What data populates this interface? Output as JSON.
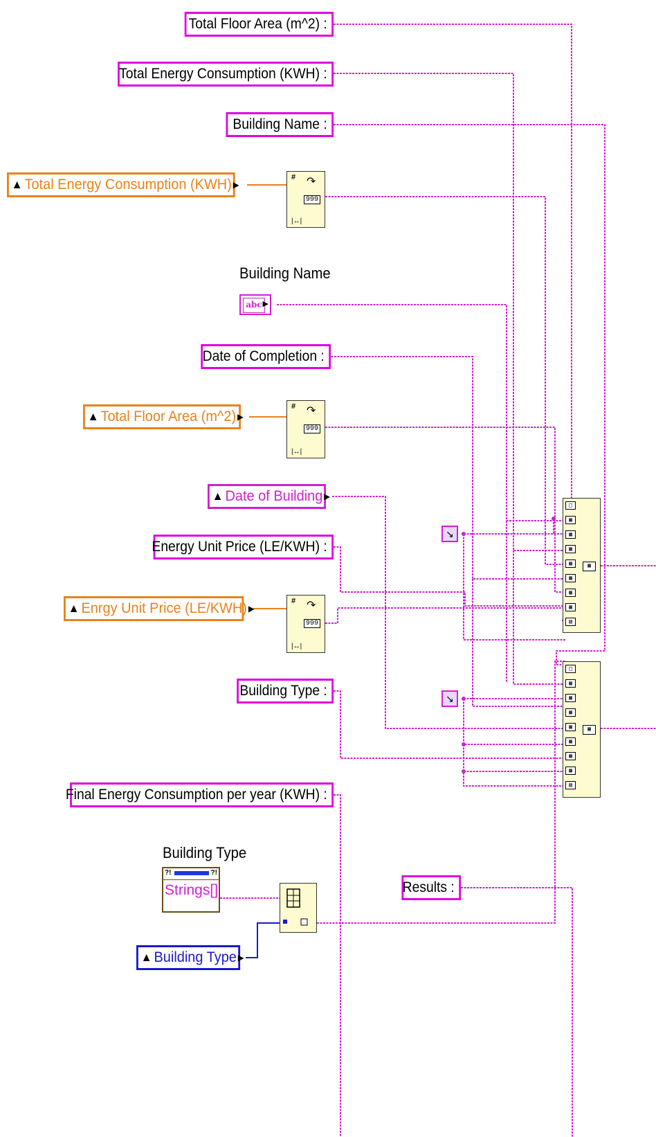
{
  "diagram": {
    "constants": {
      "total_floor_area": "Total Floor Area  (m^2) :",
      "total_energy_consumption": "Total Energy Consumption  (KWH) :",
      "building_name": "Building Name :",
      "date_of_completion": "Date of Completion :",
      "energy_unit_price": "Energy Unit Price  (LE/KWH) :",
      "building_type": "Building Type :",
      "final_energy": "Final Energy Consumption per year  (KWH) :",
      "results": "Results :"
    },
    "property_nodes": {
      "total_energy_consumption": "Total Energy Consumption  (KWH)",
      "total_floor_area": "Total Floor Area (m^2)",
      "date_of_building": "Date of Building",
      "energy_unit_price": "Enrgy Unit Price (LE/KWH)",
      "building_type": "Building Type"
    },
    "labels": {
      "building_name": "Building Name",
      "building_type": "Building Type"
    },
    "string_array_value": "Strings[]",
    "number_to_string_display": "999",
    "string_terminal_text": "abc",
    "colors": {
      "string_wire": "#d21fd2",
      "numeric_property": "#e8821a",
      "enum_property": "#1a1ac8",
      "node_fill": "#fffbd0"
    },
    "icons": {
      "property_arrow": "up-arrow",
      "output_triangle": "right-triangle"
    }
  }
}
